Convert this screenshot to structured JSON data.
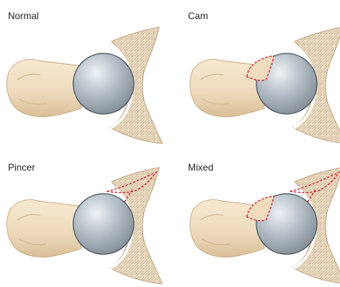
{
  "figure": {
    "panels": [
      {
        "label": "Normal",
        "cam_lesion": false,
        "pincer_lesion": false
      },
      {
        "label": "Cam",
        "cam_lesion": true,
        "pincer_lesion": false
      },
      {
        "label": "Pincer",
        "cam_lesion": false,
        "pincer_lesion": true
      },
      {
        "label": "Mixed",
        "cam_lesion": true,
        "pincer_lesion": true
      }
    ]
  },
  "colors": {
    "bone": "#efdcbf",
    "bone_shadow": "#d9bf98",
    "bone_outline": "#c9ab82",
    "pelvis": "#eadbc3",
    "pelvis_texture": "#c9b391",
    "femoral_head_light": "#eef2f5",
    "femoral_head_mid": "#b9c2ca",
    "femoral_head_dark": "#7f8992",
    "femoral_head_outline": "#4f5962",
    "lesion_outline": "#d21f2a",
    "label_text": "#222222"
  }
}
